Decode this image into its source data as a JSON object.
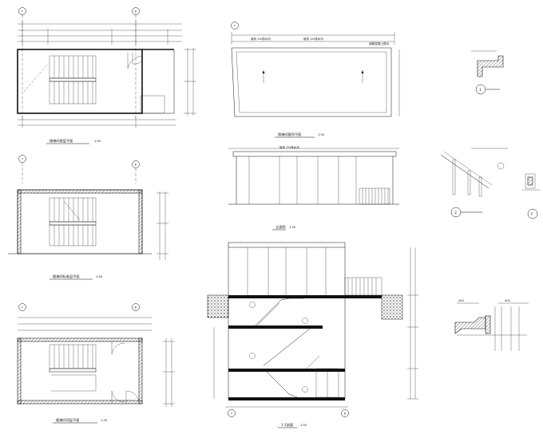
{
  "drawing": {
    "axis_labels": {
      "seven": "7",
      "eight": "8",
      "one": "1",
      "two": "2",
      "F": "F"
    },
    "plan_titles": {
      "plan_first": "楼梯间首层平面",
      "plan_middle": "楼梯间标准层平面",
      "plan_top": "楼梯间顶层平面",
      "roof_plan": "楼梯间屋顶平面",
      "elevation": "立面图",
      "section": "1-1剖面"
    },
    "scales": {
      "plan_first": "1:50",
      "plan_middle": "1:50",
      "plan_top": "1:50",
      "roof_plan": "1:50",
      "elevation": "1:50",
      "section": "1:50"
    },
    "notes": {
      "roof_slope_left": "坡向 2%排水沟",
      "roof_slope_right": "坡向 2%排水沟",
      "roof_edge": "钢筋混凝土檐沟",
      "elevation_top": "坡向 2%排水沟",
      "dim_450": "450",
      "dim_400": "400"
    }
  }
}
